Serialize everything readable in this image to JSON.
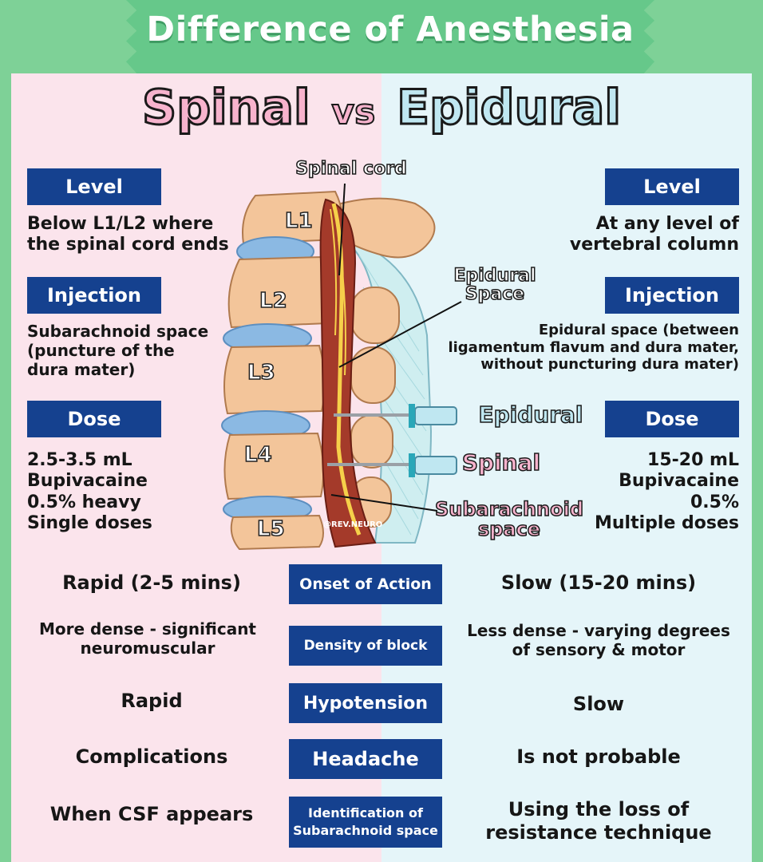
{
  "banner": {
    "title": "Difference of Anesthesia"
  },
  "heading": {
    "left": "Spinal",
    "middle": "vs",
    "right": "Epidural"
  },
  "diagram": {
    "spinal_cord": "Spinal cord",
    "epidural_space": "Epidural\nSpace",
    "epidural_needle": "Epidural",
    "spinal_needle": "Spinal",
    "subarachnoid_space": "Subarachnoid\nspace",
    "vertebrae": [
      "L1",
      "L2",
      "L3",
      "L4",
      "L5"
    ],
    "credit": "@REV.NEURO"
  },
  "spinal": {
    "level_label": "Level",
    "level_text": "Below L1/L2 where\nthe spinal cord ends",
    "injection_label": "Injection",
    "injection_text": "Subarachnoid space\n(puncture of the\ndura mater)",
    "dose_label": "Dose",
    "dose_text": "2.5-3.5 mL\nBupivacaine\n0.5% heavy\nSingle doses"
  },
  "epidural": {
    "level_label": "Level",
    "level_text": "At any level of\nvertebral column",
    "injection_label": "Injection",
    "injection_text": "Epidural space (between\nligamentum flavum and dura mater,\nwithout puncturing dura mater)",
    "dose_label": "Dose",
    "dose_text": "15-20 mL\nBupivacaine\n0.5%\nMultiple doses"
  },
  "comparison": [
    {
      "label": "Onset of Action",
      "spinal": "Rapid (2-5 mins)",
      "epidural": "Slow (15-20 mins)"
    },
    {
      "label": "Density of block",
      "spinal": "More dense - significant\nneuromuscular",
      "epidural": "Less dense - varying degrees\nof sensory & motor"
    },
    {
      "label": "Hypotension",
      "spinal": "Rapid",
      "epidural": "Slow"
    },
    {
      "label": "Headache",
      "spinal": "Complications",
      "epidural": "Is not probable"
    },
    {
      "label": "Identification of\nSubarachnoid space",
      "spinal": "When CSF appears",
      "epidural": "Using the loss of\nresistance technique"
    }
  ],
  "colors": {
    "banner_green": "#66c88a",
    "box_navy": "#15418f",
    "pink_bg": "#fbe4ec",
    "blue_bg": "#e5f5f9"
  }
}
